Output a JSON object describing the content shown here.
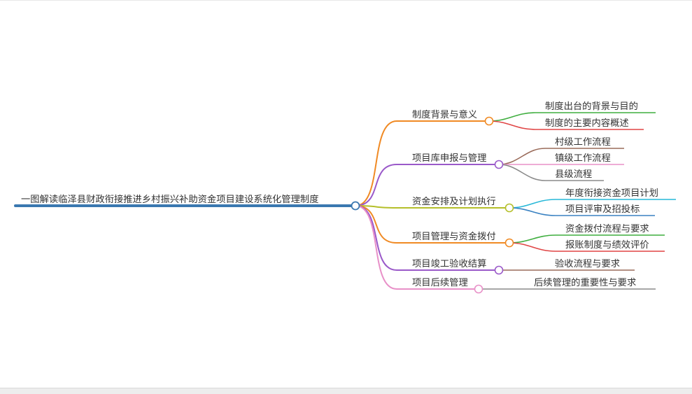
{
  "root": {
    "label": "一图解读临泽县财政衔接推进乡村振兴补助资金项目建设系统化管理制度",
    "color": "#3a78b0"
  },
  "branches": [
    {
      "label": "制度背景与意义",
      "color": "#f08a24",
      "children": [
        {
          "label": "制度出台的背景与目的",
          "color": "#3fae3f"
        },
        {
          "label": "制度的主要内容概述",
          "color": "#e04545"
        }
      ]
    },
    {
      "label": "项目库申报与管理",
      "color": "#9a59c9",
      "children": [
        {
          "label": "村级工作流程",
          "color": "#9a6b5a"
        },
        {
          "label": "镇级工作流程",
          "color": "#e890c8"
        },
        {
          "label": "县级流程",
          "color": "#8a8a8a"
        }
      ]
    },
    {
      "label": "资金安排及计划执行",
      "color": "#b5bf2a",
      "children": [
        {
          "label": "年度衔接资金项目计划",
          "color": "#27b8d8"
        },
        {
          "label": "项目评审及招投标",
          "color": "#3a82c2"
        }
      ]
    },
    {
      "label": "项目管理与资金拨付",
      "color": "#f08a24",
      "children": [
        {
          "label": "资金拨付流程与要求",
          "color": "#3fae3f"
        },
        {
          "label": "报账制度与绩效评价",
          "color": "#e04545"
        }
      ]
    },
    {
      "label": "项目竣工验收结算",
      "color": "#9a59c9",
      "children": [
        {
          "label": "验收流程与要求",
          "color": "#9a6b5a"
        }
      ]
    },
    {
      "label": "项目后续管理",
      "color": "#e890c8",
      "children": [
        {
          "label": "后续管理的重要性与要求",
          "color": "#8a8a8a"
        }
      ]
    }
  ]
}
